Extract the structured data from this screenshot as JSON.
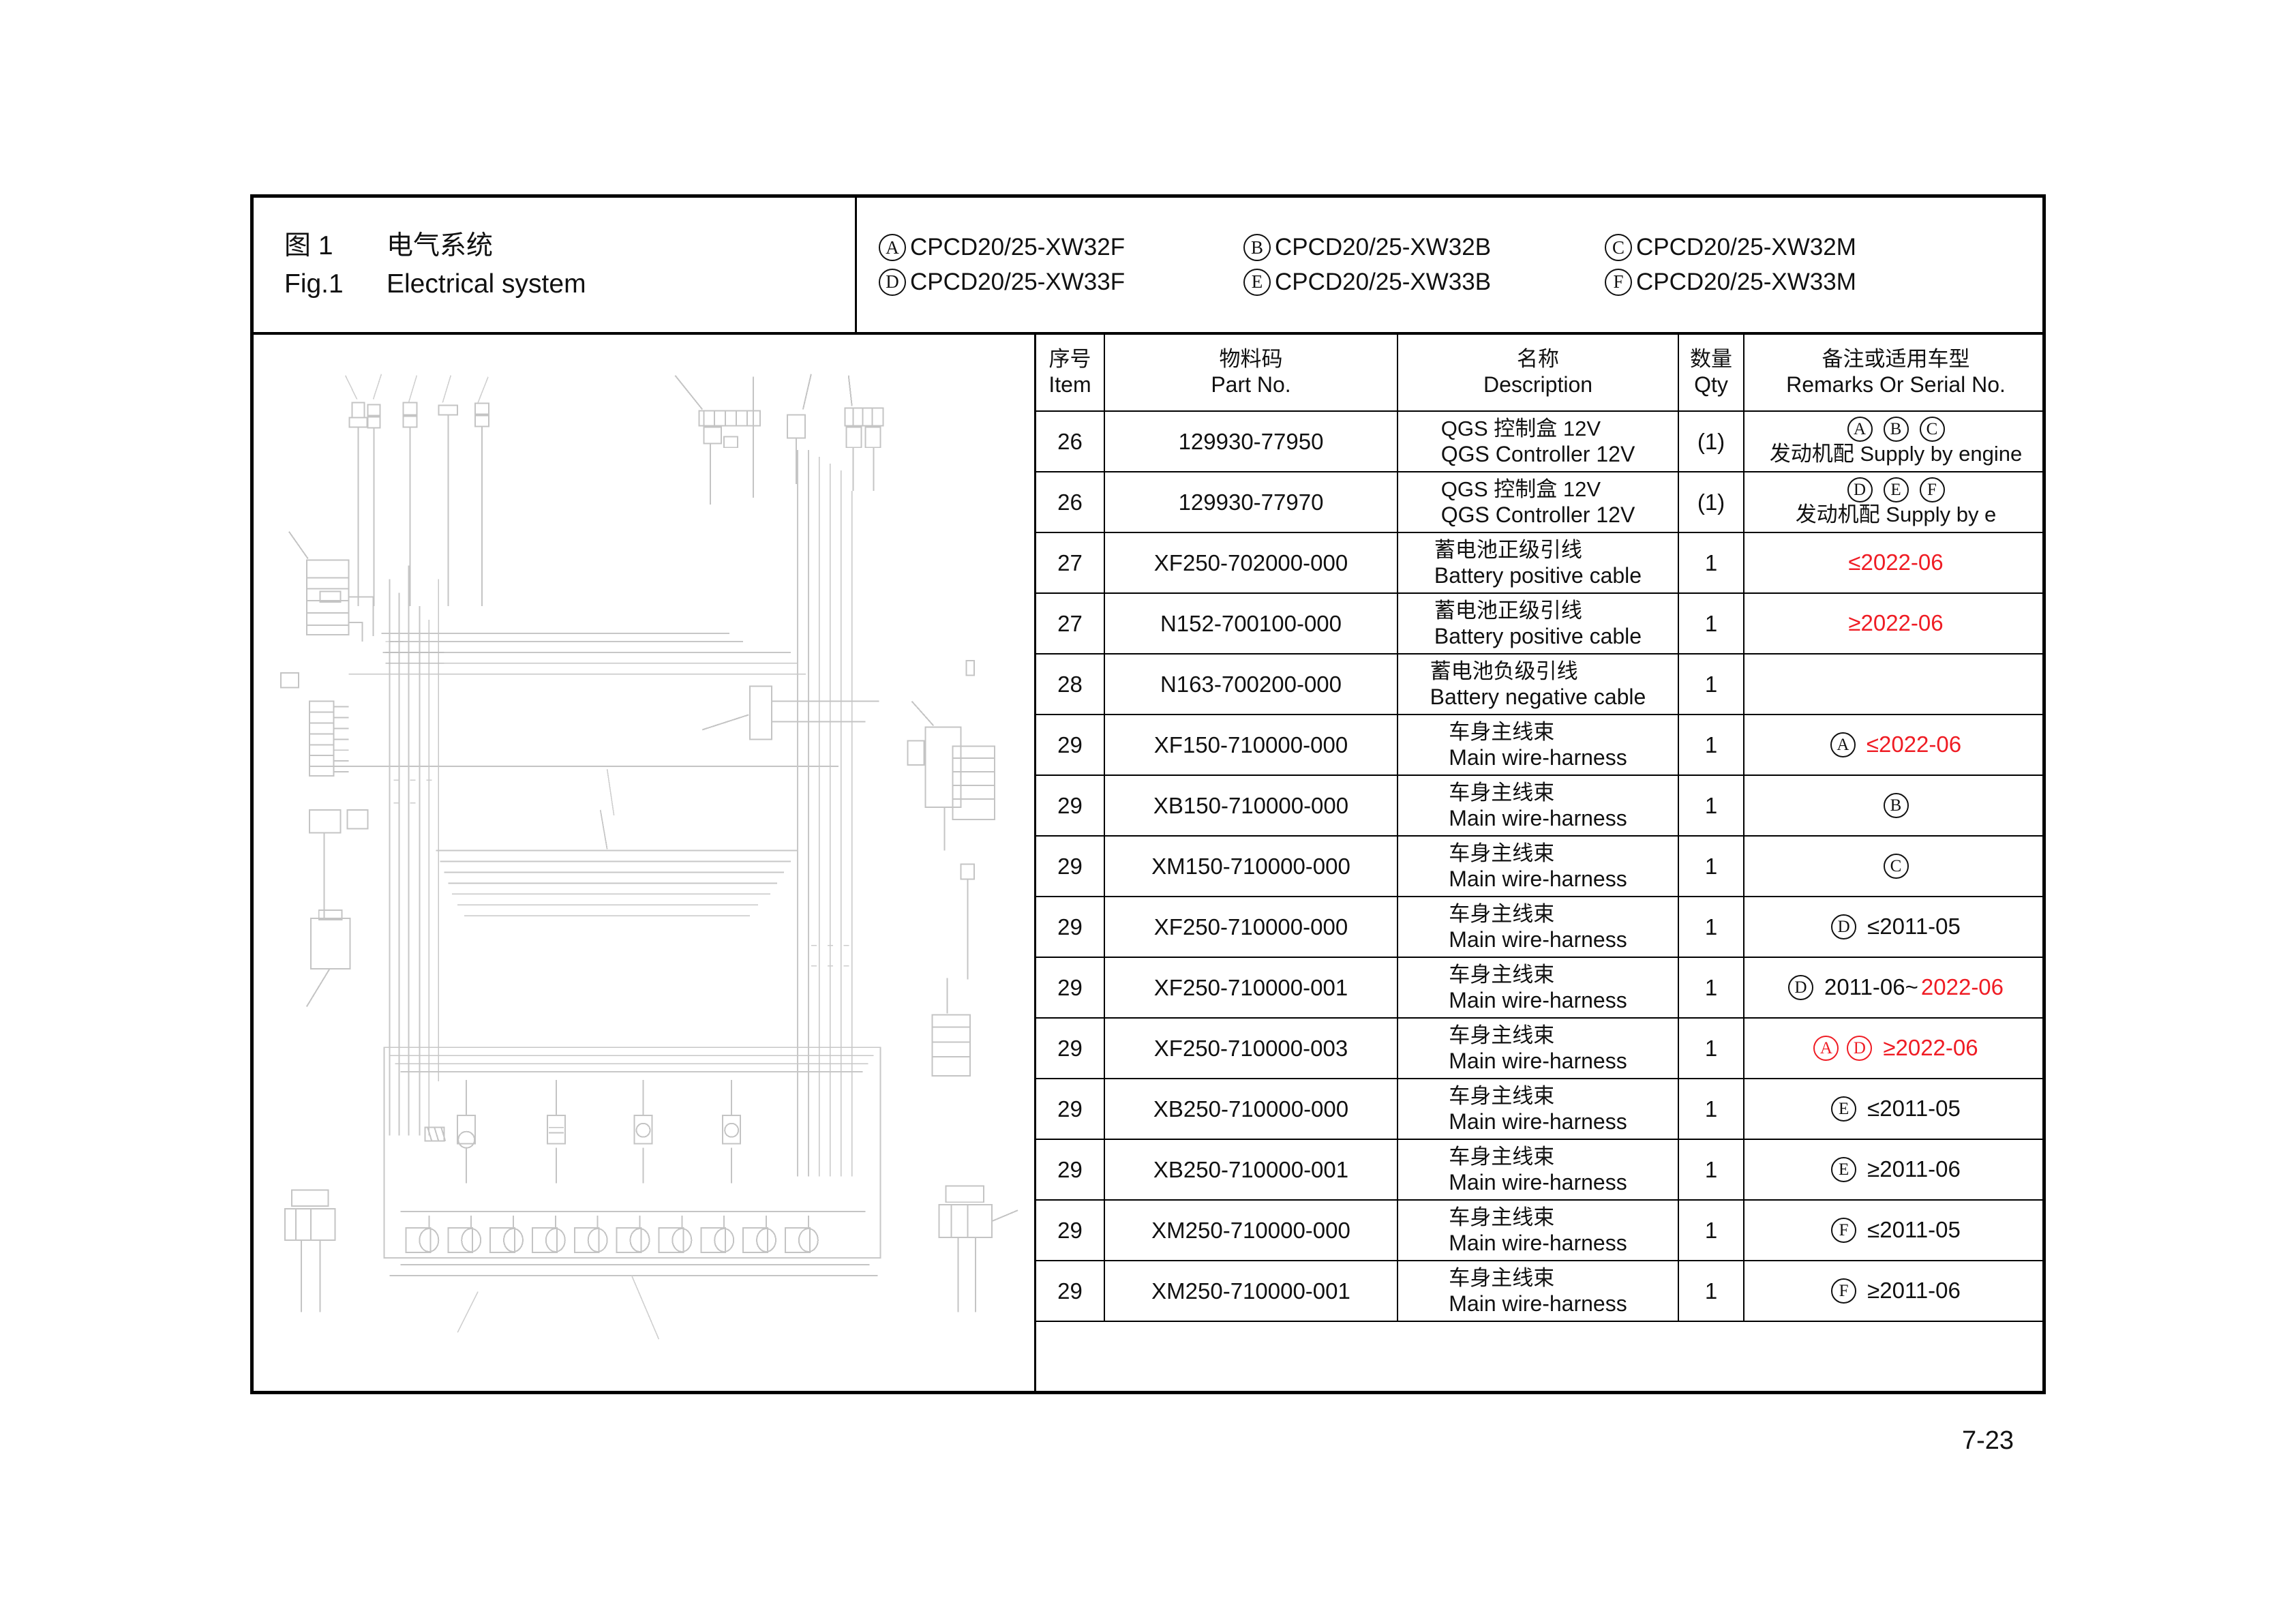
{
  "figure": {
    "zh_label": "图 1",
    "zh_title": "电气系统",
    "en_label": "Fig.1",
    "en_title": "Electrical system"
  },
  "models": [
    [
      {
        "badge": "A",
        "name": "CPCD20/25-XW32F"
      },
      {
        "badge": "B",
        "name": "CPCD20/25-XW32B"
      },
      {
        "badge": "C",
        "name": "CPCD20/25-XW32M"
      }
    ],
    [
      {
        "badge": "D",
        "name": "CPCD20/25-XW33F"
      },
      {
        "badge": "E",
        "name": "CPCD20/25-XW33B"
      },
      {
        "badge": "F",
        "name": "CPCD20/25-XW33M"
      }
    ]
  ],
  "table": {
    "headers": [
      {
        "zh": "序号",
        "en": "Item"
      },
      {
        "zh": "物料码",
        "en": "Part No."
      },
      {
        "zh": "名称",
        "en": "Description"
      },
      {
        "zh": "数量",
        "en": "Qty"
      },
      {
        "zh": "备注或适用车型",
        "en": "Remarks Or Serial No."
      }
    ],
    "rows": [
      {
        "item": "26",
        "part": "129930-77950",
        "desc_zh": "QGS 控制盒 12V",
        "desc_en": "QGS Controller 12V",
        "qty": "(1)",
        "remark_badges": [
          "A",
          "B",
          "C"
        ],
        "remark_text": "发动机配 Supply by engine",
        "red": false
      },
      {
        "item": "26",
        "part": "129930-77970",
        "desc_zh": "QGS 控制盒 12V",
        "desc_en": "QGS Controller 12V",
        "qty": "(1)",
        "remark_badges": [
          "D",
          "E",
          "F"
        ],
        "remark_text": "发动机配  Supply by e",
        "red": false
      },
      {
        "item": "27",
        "part": "XF250-702000-000",
        "desc_zh": "蓄电池正级引线",
        "desc_en": "Battery positive cable",
        "qty": "1",
        "remark_badges": [],
        "remark_text": "≤2022-06",
        "remark_text_red": true,
        "red": false
      },
      {
        "item": "27",
        "part": "N152-700100-000",
        "desc_zh": "蓄电池正级引线",
        "desc_en": "Battery positive cable",
        "qty": "1",
        "remark_badges": [],
        "remark_text": "≥2022-06",
        "remark_text_red": true,
        "red": true
      },
      {
        "item": "28",
        "part": "N163-700200-000",
        "desc_zh": "蓄电池负级引线",
        "desc_en": "Battery negative cable",
        "qty": "1",
        "remark_badges": [],
        "remark_text": "",
        "red": false
      },
      {
        "item": "29",
        "part": "XF150-710000-000",
        "desc_zh": "车身主线束",
        "desc_en": "Main wire-harness",
        "qty": "1",
        "remark_badges": [
          "A"
        ],
        "remark_text": "≤2022-06",
        "remark_text_red": true,
        "red": false
      },
      {
        "item": "29",
        "part": "XB150-710000-000",
        "desc_zh": "车身主线束",
        "desc_en": "Main wire-harness",
        "qty": "1",
        "remark_badges": [
          "B"
        ],
        "remark_text": "",
        "red": false
      },
      {
        "item": "29",
        "part": "XM150-710000-000",
        "desc_zh": "车身主线束",
        "desc_en": "Main wire-harness",
        "qty": "1",
        "remark_badges": [
          "C"
        ],
        "remark_text": "",
        "red": false
      },
      {
        "item": "29",
        "part": "XF250-710000-000",
        "desc_zh": "车身主线束",
        "desc_en": "Main wire-harness",
        "qty": "1",
        "remark_badges": [
          "D"
        ],
        "remark_text": "≤2011-05",
        "remark_text_red": false,
        "red": false
      },
      {
        "item": "29",
        "part": "XF250-710000-001",
        "desc_zh": "车身主线束",
        "desc_en": "Main wire-harness",
        "qty": "1",
        "remark_badges": [
          "D"
        ],
        "remark_text": "2011-06~",
        "remark_text_red": false,
        "remark_text_tail": "2022-06",
        "remark_tail_red": true,
        "red": false
      },
      {
        "item": "29",
        "part": "XF250-710000-003",
        "desc_zh": "车身主线束",
        "desc_en": "Main wire-harness",
        "qty": "1",
        "remark_badges": [
          "A",
          "D"
        ],
        "remark_text": "≥2022-06",
        "remark_text_red": true,
        "red": true
      },
      {
        "item": "29",
        "part": "XB250-710000-000",
        "desc_zh": "车身主线束",
        "desc_en": "Main wire-harness",
        "qty": "1",
        "remark_badges": [
          "E"
        ],
        "remark_text": "≤2011-05",
        "remark_text_red": false,
        "red": false
      },
      {
        "item": "29",
        "part": "XB250-710000-001",
        "desc_zh": "车身主线束",
        "desc_en": "Main wire-harness",
        "qty": "1",
        "remark_badges": [
          "E"
        ],
        "remark_text": "≥2011-06",
        "remark_text_red": false,
        "red": false
      },
      {
        "item": "29",
        "part": "XM250-710000-000",
        "desc_zh": "车身主线束",
        "desc_en": "Main wire-harness",
        "qty": "1",
        "remark_badges": [
          "F"
        ],
        "remark_text": "≤2011-05",
        "remark_text_red": false,
        "red": false
      },
      {
        "item": "29",
        "part": "XM250-710000-001",
        "desc_zh": "车身主线束",
        "desc_en": "Main wire-harness",
        "qty": "1",
        "remark_badges": [
          "F"
        ],
        "remark_text": "≥2011-06",
        "remark_text_red": false,
        "red": false
      }
    ]
  },
  "page_number": "7-23",
  "colors": {
    "red": "#ef1c24",
    "text": "#111111",
    "rule": "#000000",
    "diagram_line": "#c9c9c9"
  }
}
